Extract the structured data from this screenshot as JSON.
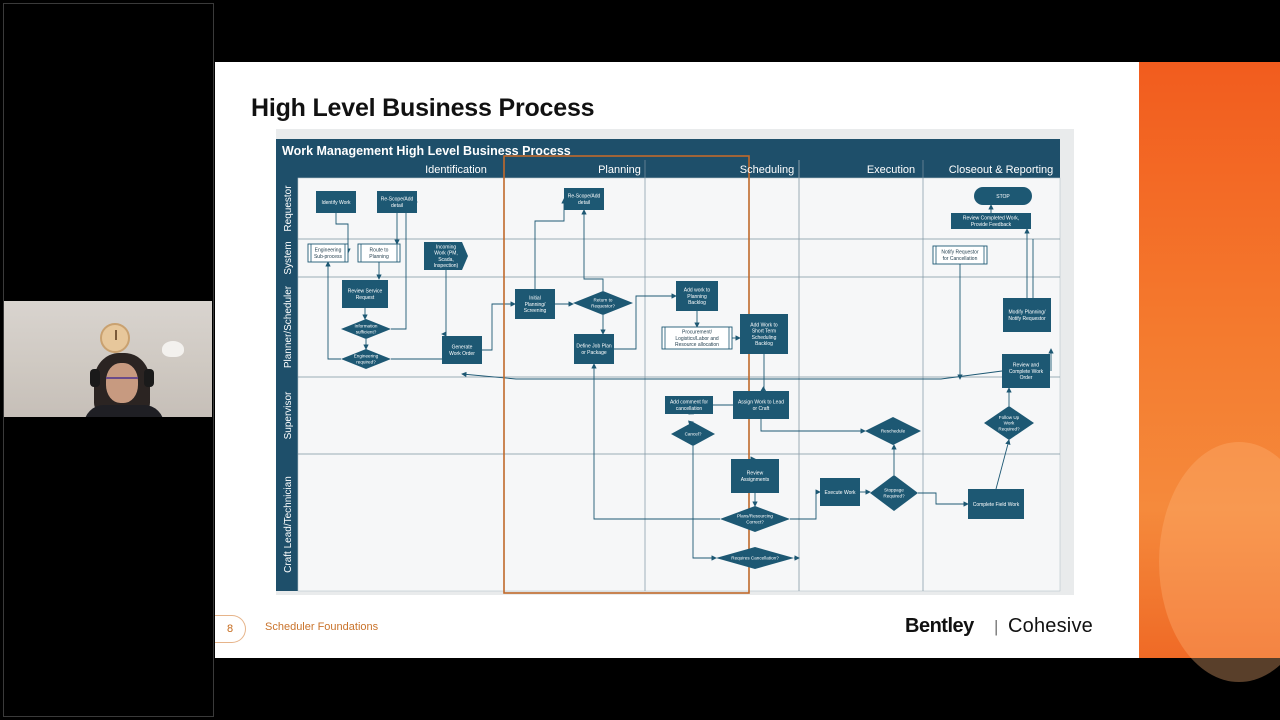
{
  "slide": {
    "title": "High Level Business Process",
    "page_number": "8",
    "course_name": "Scheduler Foundations",
    "brand_left": "Bentley",
    "brand_separator": "|",
    "brand_right": "Cohesive"
  },
  "diagram": {
    "title": "Work Management High Level Business Process",
    "phases": [
      "Identification",
      "Planning",
      "Scheduling",
      "Execution",
      "Closeout & Reporting"
    ],
    "lanes": [
      "Requestor",
      "System",
      "Planner/Scheduler",
      "Supervisor",
      "Craft Lead/Technician"
    ],
    "nodes": {
      "identify_work": [
        "Identify Work"
      ],
      "rescope_id": [
        "Re-Scope/Add",
        "detail"
      ],
      "engineering_subprocess": [
        "Engineering",
        "Sub-process"
      ],
      "route_to_planning": [
        "Route to",
        "Planning"
      ],
      "incoming_work": [
        "Incoming",
        "Work (PM,",
        "Scada,",
        "Inspection)"
      ],
      "review_service_request": [
        "Review Service",
        "Request"
      ],
      "information_sufficient": [
        "Information",
        "sufficient?"
      ],
      "engineering_required": [
        "Engineering",
        "required?"
      ],
      "generate_work_order": [
        "Generate",
        "Work Order"
      ],
      "rescope_planning": [
        "Re-Scope/Add",
        "detail"
      ],
      "initial_planning": [
        "Initial",
        "Planning/",
        "Screening"
      ],
      "return_to_requestor": [
        "Return to",
        "Requestor?"
      ],
      "define_job_plan": [
        "Define Job Plan",
        "or Package"
      ],
      "add_to_backlog": [
        "Add work to",
        "Planning",
        "Backlog"
      ],
      "procurement": [
        "Procurement/",
        "Logistics/Labor and",
        "Resource allocation"
      ],
      "add_short_term": [
        "Add Work to",
        "Short Term",
        "Scheduling",
        "Backlog"
      ],
      "add_comment": [
        "Add comment for",
        "cancellation"
      ],
      "cancel": [
        "Cancel?"
      ],
      "assign_work": [
        "Assign Work to Lead",
        "or Craft"
      ],
      "review_assignments": [
        "Review",
        "Assignments"
      ],
      "plans_correct": [
        "Plans/Resourcing",
        "Correct?"
      ],
      "requires_cancellation": [
        "Requires Cancellation?"
      ],
      "execute_work": [
        "Execute Work"
      ],
      "stoppage_required": [
        "Stoppage",
        "Required?"
      ],
      "reschedule": [
        "Reschedule"
      ],
      "stop": [
        "STOP"
      ],
      "review_completed": [
        "Review Completed Work,",
        "Provide Feedback"
      ],
      "notify_requestor": [
        "Notify Requestor",
        "for Cancellation"
      ],
      "modify_planning": [
        "Modify Planning/",
        "Notify Requestor"
      ],
      "review_complete_wo": [
        "Review and",
        "Complete Work",
        "Order"
      ],
      "follow_up": [
        "Follow Up",
        "Work",
        "Required?"
      ],
      "complete_field_work": [
        "Complete Field Work"
      ]
    }
  },
  "colors": {
    "header_bar": "#1e4f6a",
    "process_box": "#1d5873",
    "highlight_frame": "#c0692b",
    "accent": "#f26a24"
  }
}
